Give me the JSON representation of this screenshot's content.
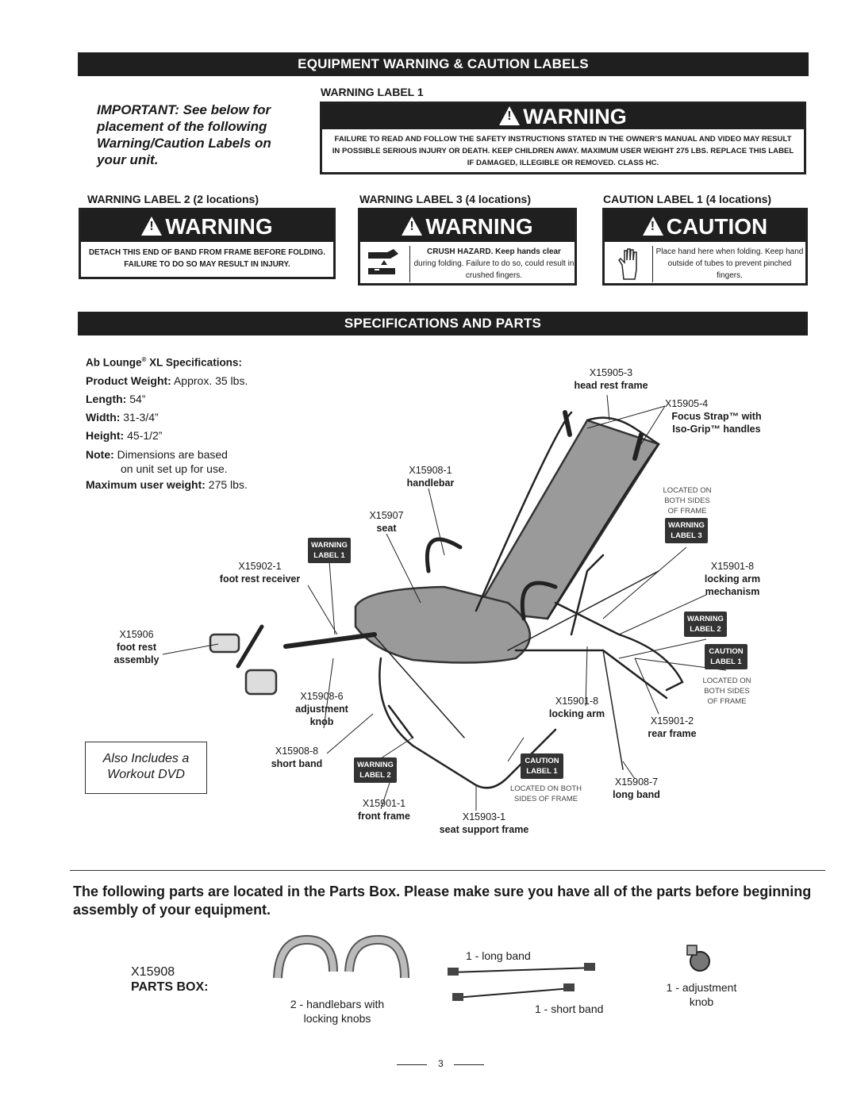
{
  "section1": {
    "title": "EQUIPMENT WARNING & CAUTION LABELS",
    "important": "IMPORTANT: See below for placement of the following Warning/Caution Labels on your unit."
  },
  "label1": {
    "title": "WARNING LABEL 1",
    "heading": "WARNING",
    "text": "FAILURE TO READ AND FOLLOW THE SAFETY INSTRUCTIONS STATED IN THE OWNER’S MANUAL AND VIDEO MAY RESULT IN POSSIBLE SERIOUS INJURY OR DEATH. KEEP CHILDREN AWAY. MAXIMUM USER WEIGHT 275 LBS. REPLACE THIS LABEL IF DAMAGED, ILLEGIBLE OR REMOVED. CLASS HC."
  },
  "label2": {
    "title": "WARNING LABEL 2 (2 locations)",
    "heading": "WARNING",
    "text": "DETACH THIS END OF BAND FROM FRAME BEFORE FOLDING. FAILURE TO DO SO MAY RESULT IN INJURY."
  },
  "label3": {
    "title": "WARNING LABEL 3 (4 locations)",
    "heading": "WARNING",
    "text_bold": "CRUSH HAZARD. Keep hands clear",
    "text": "during folding. Failure to do so, could result in crushed fingers."
  },
  "caution1": {
    "title": "CAUTION LABEL 1 (4 locations)",
    "heading": "CAUTION",
    "text": "Place hand here when folding. Keep hand outside of tubes to prevent pinched fingers."
  },
  "section2": {
    "title": "SPECIFICATIONS AND PARTS"
  },
  "specs": {
    "heading_brand": "Ab Lounge",
    "heading_reg": "®",
    "heading_rest": " XL Specifications:",
    "weight_label": "Product Weight:",
    "weight_value": " Approx. 35 lbs.",
    "length_label": "Length:",
    "length_value": " 54”",
    "width_label": "Width:",
    "width_value": " 31-3/4”",
    "height_label": "Height:",
    "height_value": " 45-1/2”",
    "note_label": "Note:",
    "note_value": " Dimensions are based",
    "note_value2": "on unit set up for use.",
    "max_label": "Maximum user weight:",
    "max_value": " 275 lbs."
  },
  "also_includes": "Also Includes a Workout DVD",
  "parts": {
    "headrest": {
      "code": "X15905-3",
      "name": "head rest frame"
    },
    "focus": {
      "code": "X15905-4",
      "name": "Focus Strap™ with Iso-Grip™ handles"
    },
    "handlebar": {
      "code": "X15908-1",
      "name": "handlebar"
    },
    "seat": {
      "code": "X15907",
      "name": "seat"
    },
    "footrecv": {
      "code": "X15902-1",
      "name": "foot rest receiver"
    },
    "footrest": {
      "code": "X15906",
      "name": "foot rest assembly"
    },
    "lockarm_mech": {
      "code": "X15901-8",
      "name": "locking arm mechanism"
    },
    "adjknob": {
      "code": "X15908-6",
      "name": "adjustment knob"
    },
    "lockarm": {
      "code": "X15901-8",
      "name": "locking arm"
    },
    "rearframe": {
      "code": "X15901-2",
      "name": "rear frame"
    },
    "shortband": {
      "code": "X15908-8",
      "name": "short band"
    },
    "longband": {
      "code": "X15908-7",
      "name": "long band"
    },
    "frontframe": {
      "code": "X15901-1",
      "name": "front frame"
    },
    "seatsupport": {
      "code": "X15903-1",
      "name": "seat support frame"
    }
  },
  "tags": {
    "warning": "WARNING",
    "caution": "CAUTION",
    "label1": "LABEL 1",
    "label2": "LABEL 2",
    "label3": "LABEL 3",
    "both_sides": "LOCATED ON BOTH SIDES OF FRAME",
    "both_sides_bottom": "LOCATED ON BOTH SIDES OF FRAME"
  },
  "partsbox": {
    "intro": "The following parts are located in the Parts Box. Please make sure you have all of the parts before beginning assembly of your equipment.",
    "code": "X15908",
    "title": "PARTS BOX:",
    "handlebars": "2 - handlebars with locking knobs",
    "longband": "1 - long band",
    "shortband": "1 - short band",
    "knob": "1 - adjustment knob"
  },
  "page_number": "3"
}
